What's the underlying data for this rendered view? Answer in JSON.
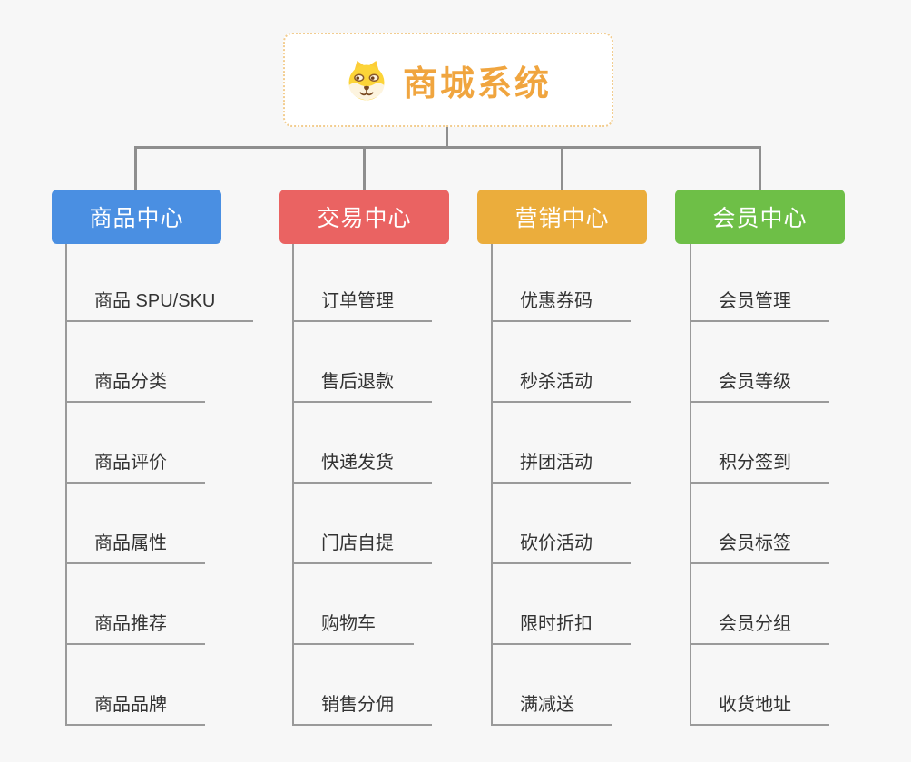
{
  "root": {
    "title": "商城系统",
    "icon": "shiba-dog-icon"
  },
  "branches": [
    {
      "label": "商品中心",
      "color": "#4a8fe2",
      "items": [
        "商品 SPU/SKU",
        "商品分类",
        "商品评价",
        "商品属性",
        "商品推荐",
        "商品品牌"
      ]
    },
    {
      "label": "交易中心",
      "color": "#ea6362",
      "items": [
        "订单管理",
        "售后退款",
        "快递发货",
        "门店自提",
        "购物车",
        "销售分佣"
      ]
    },
    {
      "label": "营销中心",
      "color": "#ebad3c",
      "items": [
        "优惠券码",
        "秒杀活动",
        "拼团活动",
        "砍价活动",
        "限时折扣",
        "满减送"
      ]
    },
    {
      "label": "会员中心",
      "color": "#6ebf47",
      "items": [
        "会员管理",
        "会员等级",
        "积分签到",
        "会员标签",
        "会员分组",
        "收货地址"
      ]
    }
  ],
  "colors": {
    "background": "#f7f7f7",
    "connector": "#8f8f8f",
    "leaf_line": "#9a9a9a",
    "leaf_text": "#333333",
    "root_title": "#f0a53f",
    "root_border": "#f2cd90"
  }
}
